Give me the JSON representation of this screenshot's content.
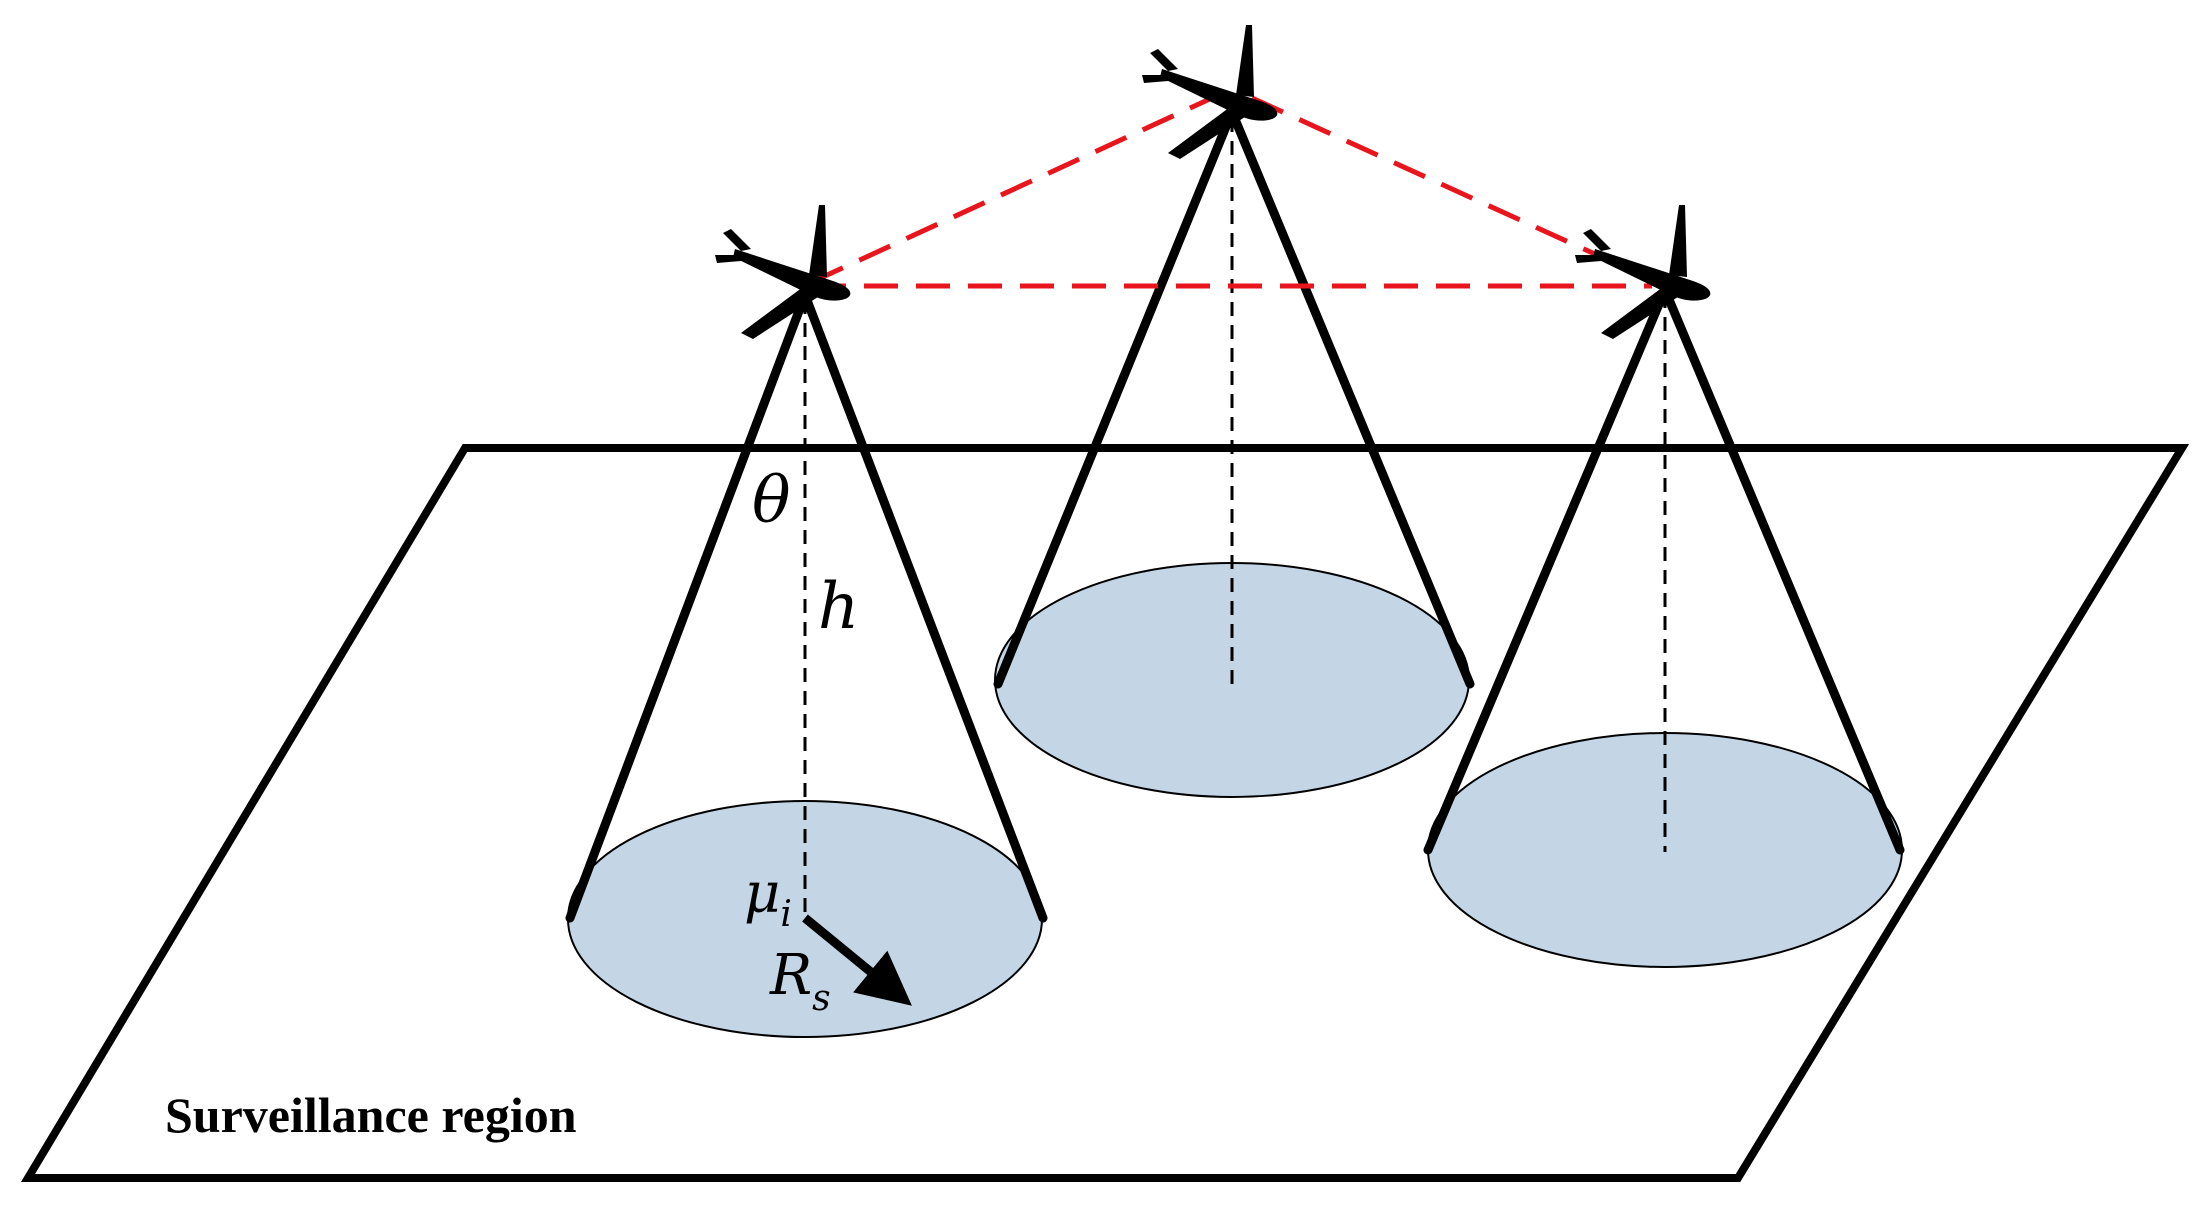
{
  "region": {
    "label": "Surveillance region"
  },
  "symbols": {
    "theta": "θ",
    "height": "h",
    "center": "μ",
    "center_sub": "i",
    "radius": "R",
    "radius_sub": "s"
  },
  "colors": {
    "footprint_fill": "#c4d6e6",
    "link_color": "#e8161c",
    "line_color": "#000000"
  },
  "uavs": [
    {
      "id": "uav-left",
      "icon": "uav-icon"
    },
    {
      "id": "uav-top",
      "icon": "uav-icon"
    },
    {
      "id": "uav-right",
      "icon": "uav-icon"
    }
  ]
}
